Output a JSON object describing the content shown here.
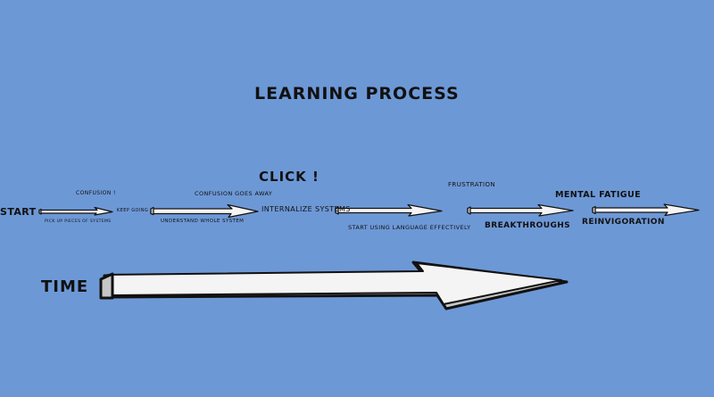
{
  "title": "LEARNING PROCESS",
  "click": "CLICK !",
  "time": "TIME",
  "steps": {
    "start": "START",
    "confusion": "CONFUSION !",
    "keep_going": "KEEP GOING",
    "pick_up": "PICK UP PIECES OF SYSTEMS",
    "confusion_goes_away": "CONFUSION GOES AWAY",
    "understand": "UNDERSTAND WHOLE SYSTEM",
    "internalize": "INTERNALIZE SYSTEMS",
    "start_using": "START USING LANGUAGE EFFECTIVELY",
    "frustration": "FRUSTRATION",
    "breakthroughs": "BREAKTHROUGHS",
    "mental_fatigue": "MENTAL FATIGUE",
    "reinvigoration": "REINVIGORATION"
  },
  "colors": {
    "background": "#6d98d6",
    "arrow_fill": "#f4f4f4",
    "arrow_shade": "#c8c8c8",
    "outline": "#111111"
  }
}
